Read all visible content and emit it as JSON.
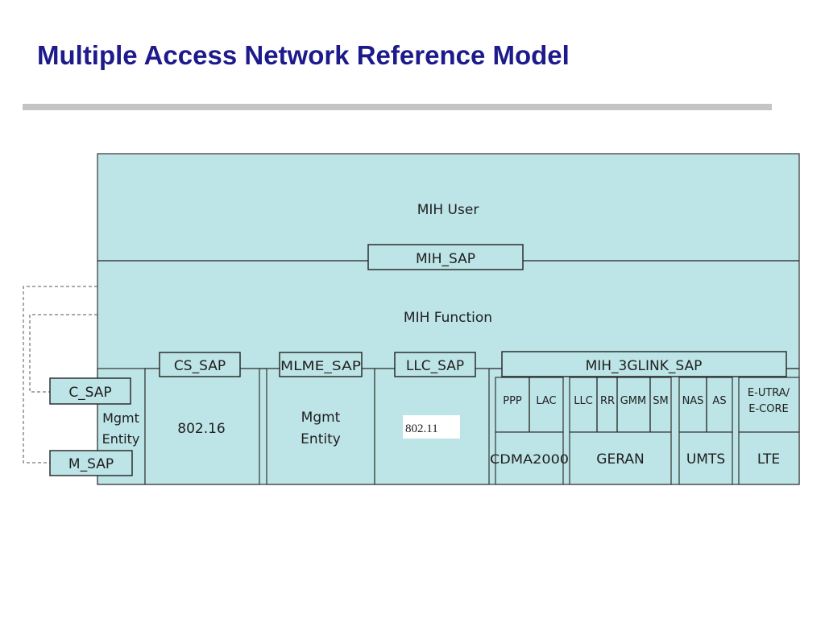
{
  "slide": {
    "title": "Multiple Access Network Reference Model"
  },
  "diagram": {
    "mih_user": "MIH User",
    "mih_sap": "MIH_SAP",
    "mih_function": "MIH Function",
    "cs_sap": "CS_SAP",
    "mlme_sap": "MLME_SAP",
    "llc_sap": "LLC_SAP",
    "mih_3glink_sap": "MIH_3GLINK_SAP",
    "c_sap": "C_SAP",
    "m_sap": "M_SAP",
    "mgmt_entity_left": [
      "Mgmt",
      "Entity"
    ],
    "label_80216": "802.16",
    "mgmt_entity_mid": [
      "Mgmt",
      "Entity"
    ],
    "label_80211": "802.11",
    "cdma_protocols": [
      "PPP",
      "LAC"
    ],
    "cdma2000": "CDMA2000",
    "geran_protocols": [
      "LLC",
      "RR",
      "GMM",
      "SM"
    ],
    "geran": "GERAN",
    "umts_protocols": [
      "NAS",
      "AS"
    ],
    "umts": "UMTS",
    "lte_protocols": [
      "E-UTRA/",
      "E-CORE"
    ],
    "lte": "LTE"
  }
}
